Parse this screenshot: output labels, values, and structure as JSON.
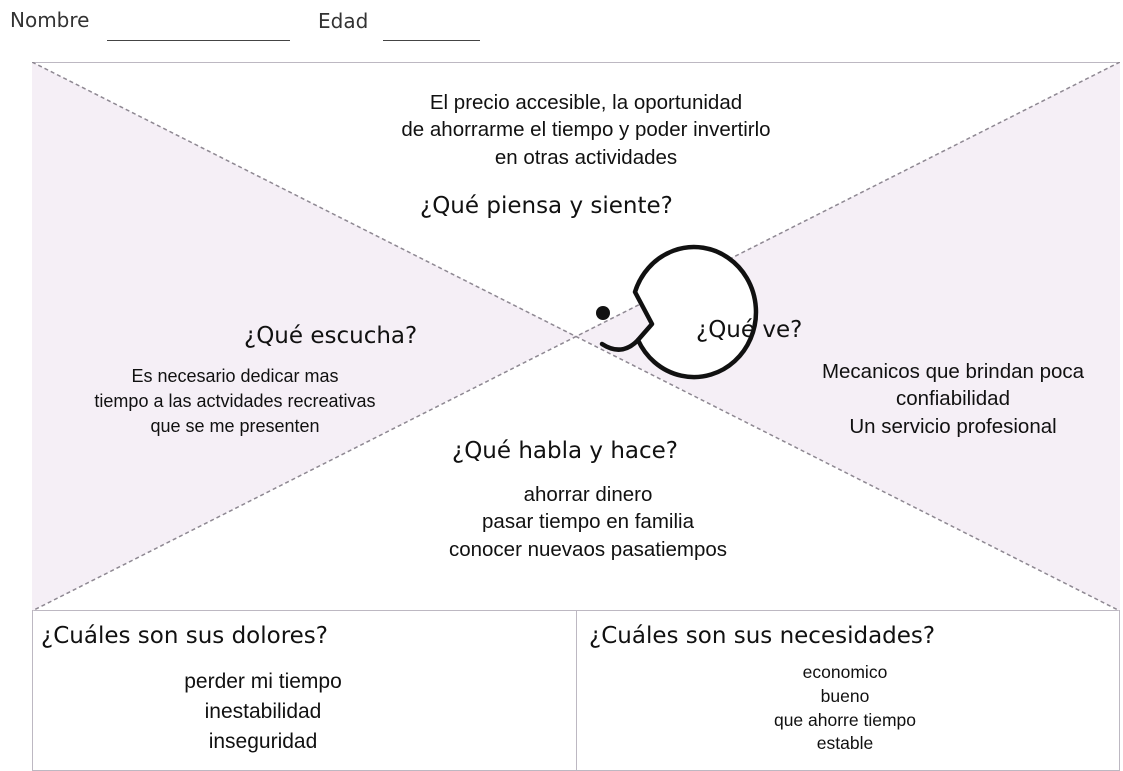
{
  "header": {
    "name_label": "Nombre",
    "age_label": "Edad"
  },
  "map": {
    "thinks": {
      "question": "¿Qué piensa y siente?",
      "answer": [
        "El precio accesible, la oportunidad",
        "de ahorrarme el tiempo y poder invertirlo",
        "en otras actividades"
      ]
    },
    "hears": {
      "question": "¿Qué escucha?",
      "answer": [
        "Es necesario dedicar mas",
        "tiempo a las actvidades recreativas",
        "que se me presenten"
      ]
    },
    "sees": {
      "question": "¿Qué ve?",
      "answer": [
        "Mecanicos que brindan poca",
        "confiabilidad",
        "Un servicio profesional"
      ]
    },
    "says_does": {
      "question": "¿Qué habla y hace?",
      "answer": [
        "ahorrar dinero",
        "pasar tiempo en familia",
        "conocer nuevaos pasatiempos"
      ]
    }
  },
  "pains": {
    "title": "¿Cuáles son sus dolores?",
    "items": [
      "perder mi tiempo",
      "inestabilidad",
      "inseguridad"
    ]
  },
  "needs": {
    "title": "¿Cuáles son sus necesidades?",
    "items": [
      "economico",
      "bueno",
      "que ahorre tiempo",
      "estable"
    ]
  },
  "colors": {
    "side_fill": "#f5eff6",
    "dashed_line": "#8e8892",
    "border": "#bdb8c2"
  }
}
